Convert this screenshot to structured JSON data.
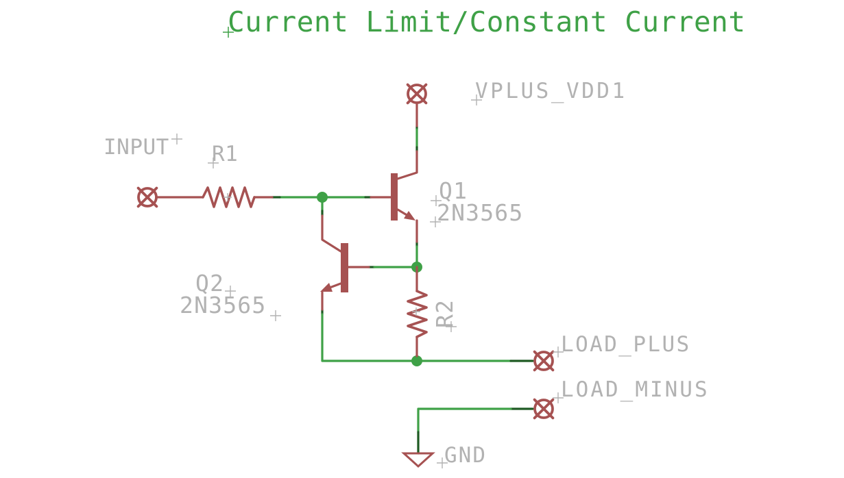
{
  "title": "Current Limit/Constant Current",
  "colors": {
    "symbol_maroon": "#a65252",
    "net_green": "#3fa147",
    "net_dark_green": "#1e5a23",
    "label_gray": "#b2b2b2",
    "background": "#ffffff"
  },
  "nets": {
    "input": "INPUT",
    "vplus": "VPLUS_VDD1",
    "load_plus": "LOAD_PLUS",
    "load_minus": "LOAD_MINUS",
    "gnd": "GND"
  },
  "parts": {
    "r1": {
      "ref": "R1"
    },
    "r2": {
      "ref": "R2"
    },
    "q1": {
      "ref": "Q1",
      "value": "2N3565"
    },
    "q2": {
      "ref": "Q2",
      "value": "2N3565"
    }
  }
}
